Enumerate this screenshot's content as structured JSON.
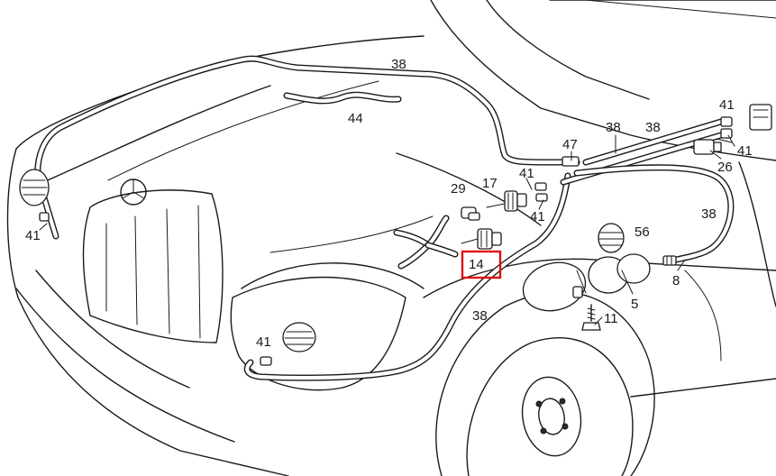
{
  "labels": {
    "p38_top": "38",
    "p44": "44",
    "p41_left": "41",
    "p29": "29",
    "p17": "17",
    "p41_mid_a": "41",
    "p41_mid_b": "41",
    "p47": "47",
    "p38_mid_a": "38",
    "p38_mid_b": "38",
    "p41_right_a": "41",
    "p41_right_b": "41",
    "p26": "26",
    "p38_right": "38",
    "p56": "56",
    "p14": "14",
    "p8": "8",
    "p5": "5",
    "p11": "11",
    "p38_lower": "38",
    "p41_lower": "41"
  },
  "colors": {
    "highlight": "#e01010",
    "line": "#1a1a1a"
  }
}
